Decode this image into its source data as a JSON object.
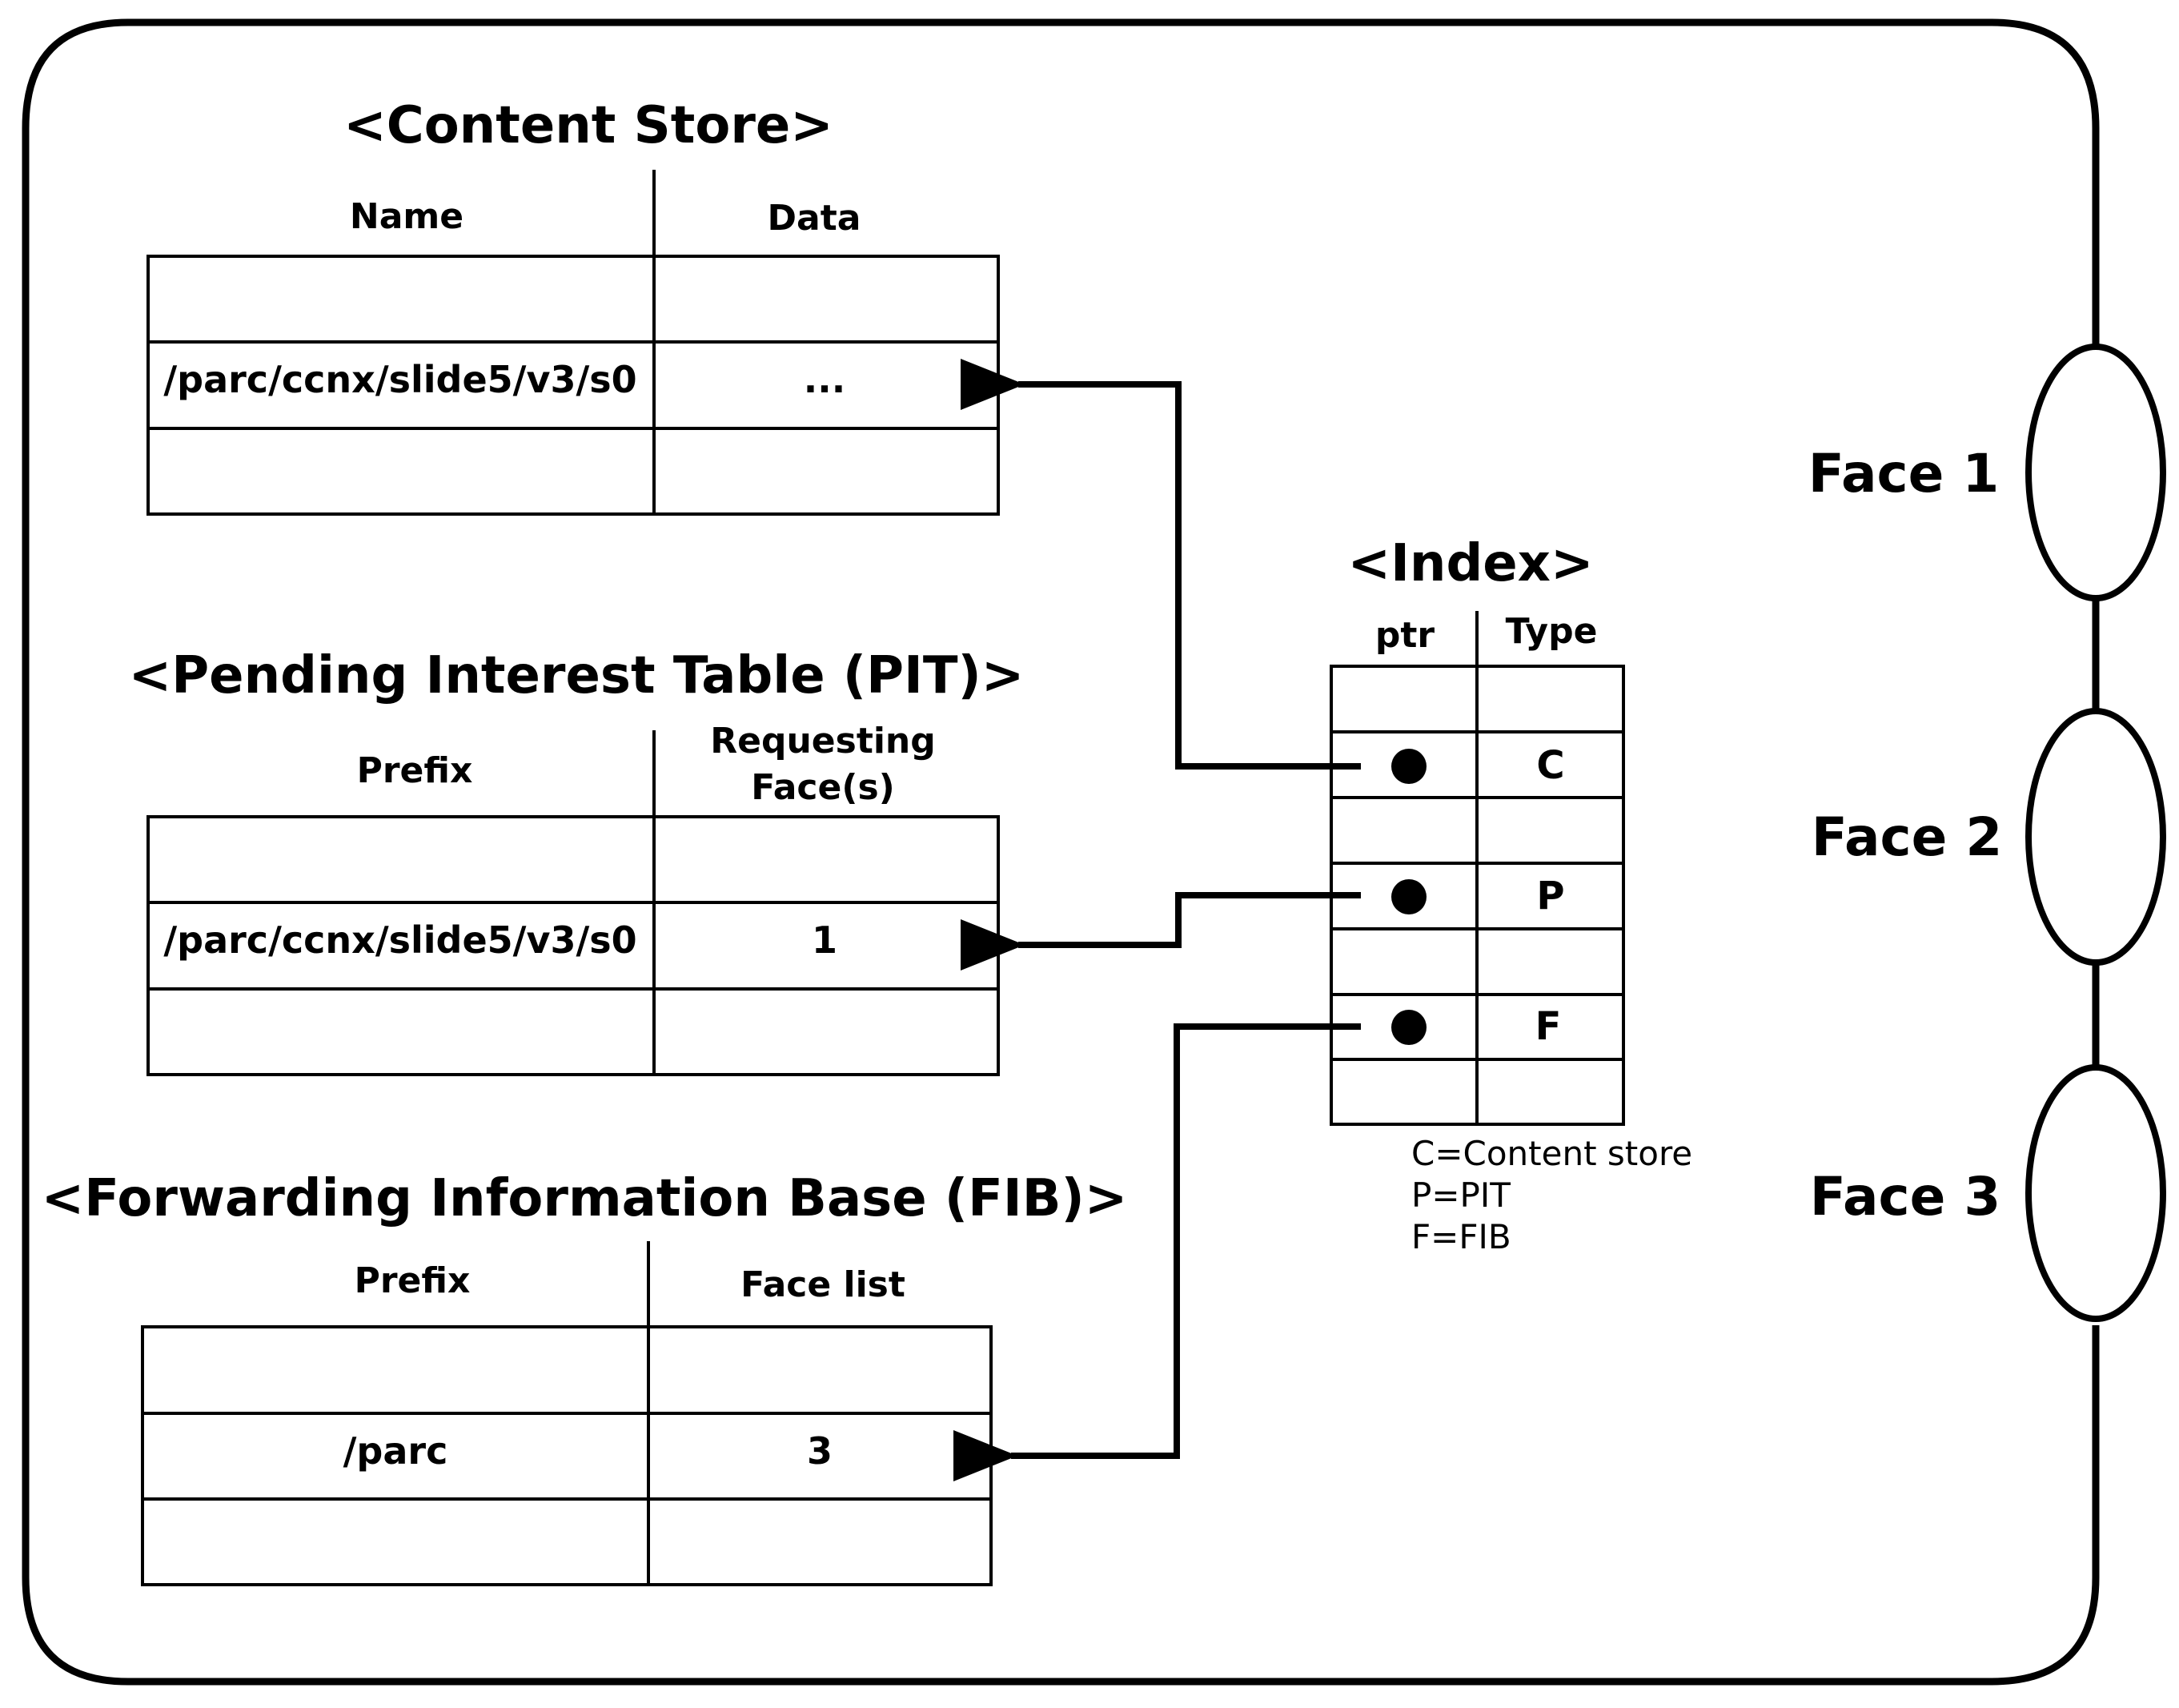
{
  "content_store": {
    "title": "<Content Store>",
    "columns": [
      "Name",
      "Data"
    ],
    "rows": [
      {
        "name": "",
        "data": ""
      },
      {
        "name": "/parc/ccnx/slide5/v3/s0",
        "data": "..."
      },
      {
        "name": "",
        "data": ""
      }
    ]
  },
  "pit": {
    "title": "<Pending Interest Table (PIT)>",
    "columns": [
      "Prefix",
      "Requesting\nFace(s)"
    ],
    "rows": [
      {
        "prefix": "",
        "faces": ""
      },
      {
        "prefix": "/parc/ccnx/slide5/v3/s0",
        "faces": "1"
      },
      {
        "prefix": "",
        "faces": ""
      }
    ]
  },
  "fib": {
    "title": "<Forwarding Information Base (FIB)>",
    "columns": [
      "Prefix",
      "Face list"
    ],
    "rows": [
      {
        "prefix": "",
        "faces": ""
      },
      {
        "prefix": "/parc",
        "faces": "3"
      },
      {
        "prefix": "",
        "faces": ""
      }
    ]
  },
  "index": {
    "title": "<Index>",
    "columns": [
      "ptr",
      "Type"
    ],
    "rows": [
      {
        "ptr": false,
        "type": ""
      },
      {
        "ptr": true,
        "type": "C"
      },
      {
        "ptr": false,
        "type": ""
      },
      {
        "ptr": true,
        "type": "P"
      },
      {
        "ptr": false,
        "type": ""
      },
      {
        "ptr": true,
        "type": "F"
      },
      {
        "ptr": false,
        "type": ""
      }
    ],
    "legend": [
      "C=Content store",
      "P=PIT",
      "F=FIB"
    ]
  },
  "faces": [
    "Face 1",
    "Face 2",
    "Face 3"
  ]
}
